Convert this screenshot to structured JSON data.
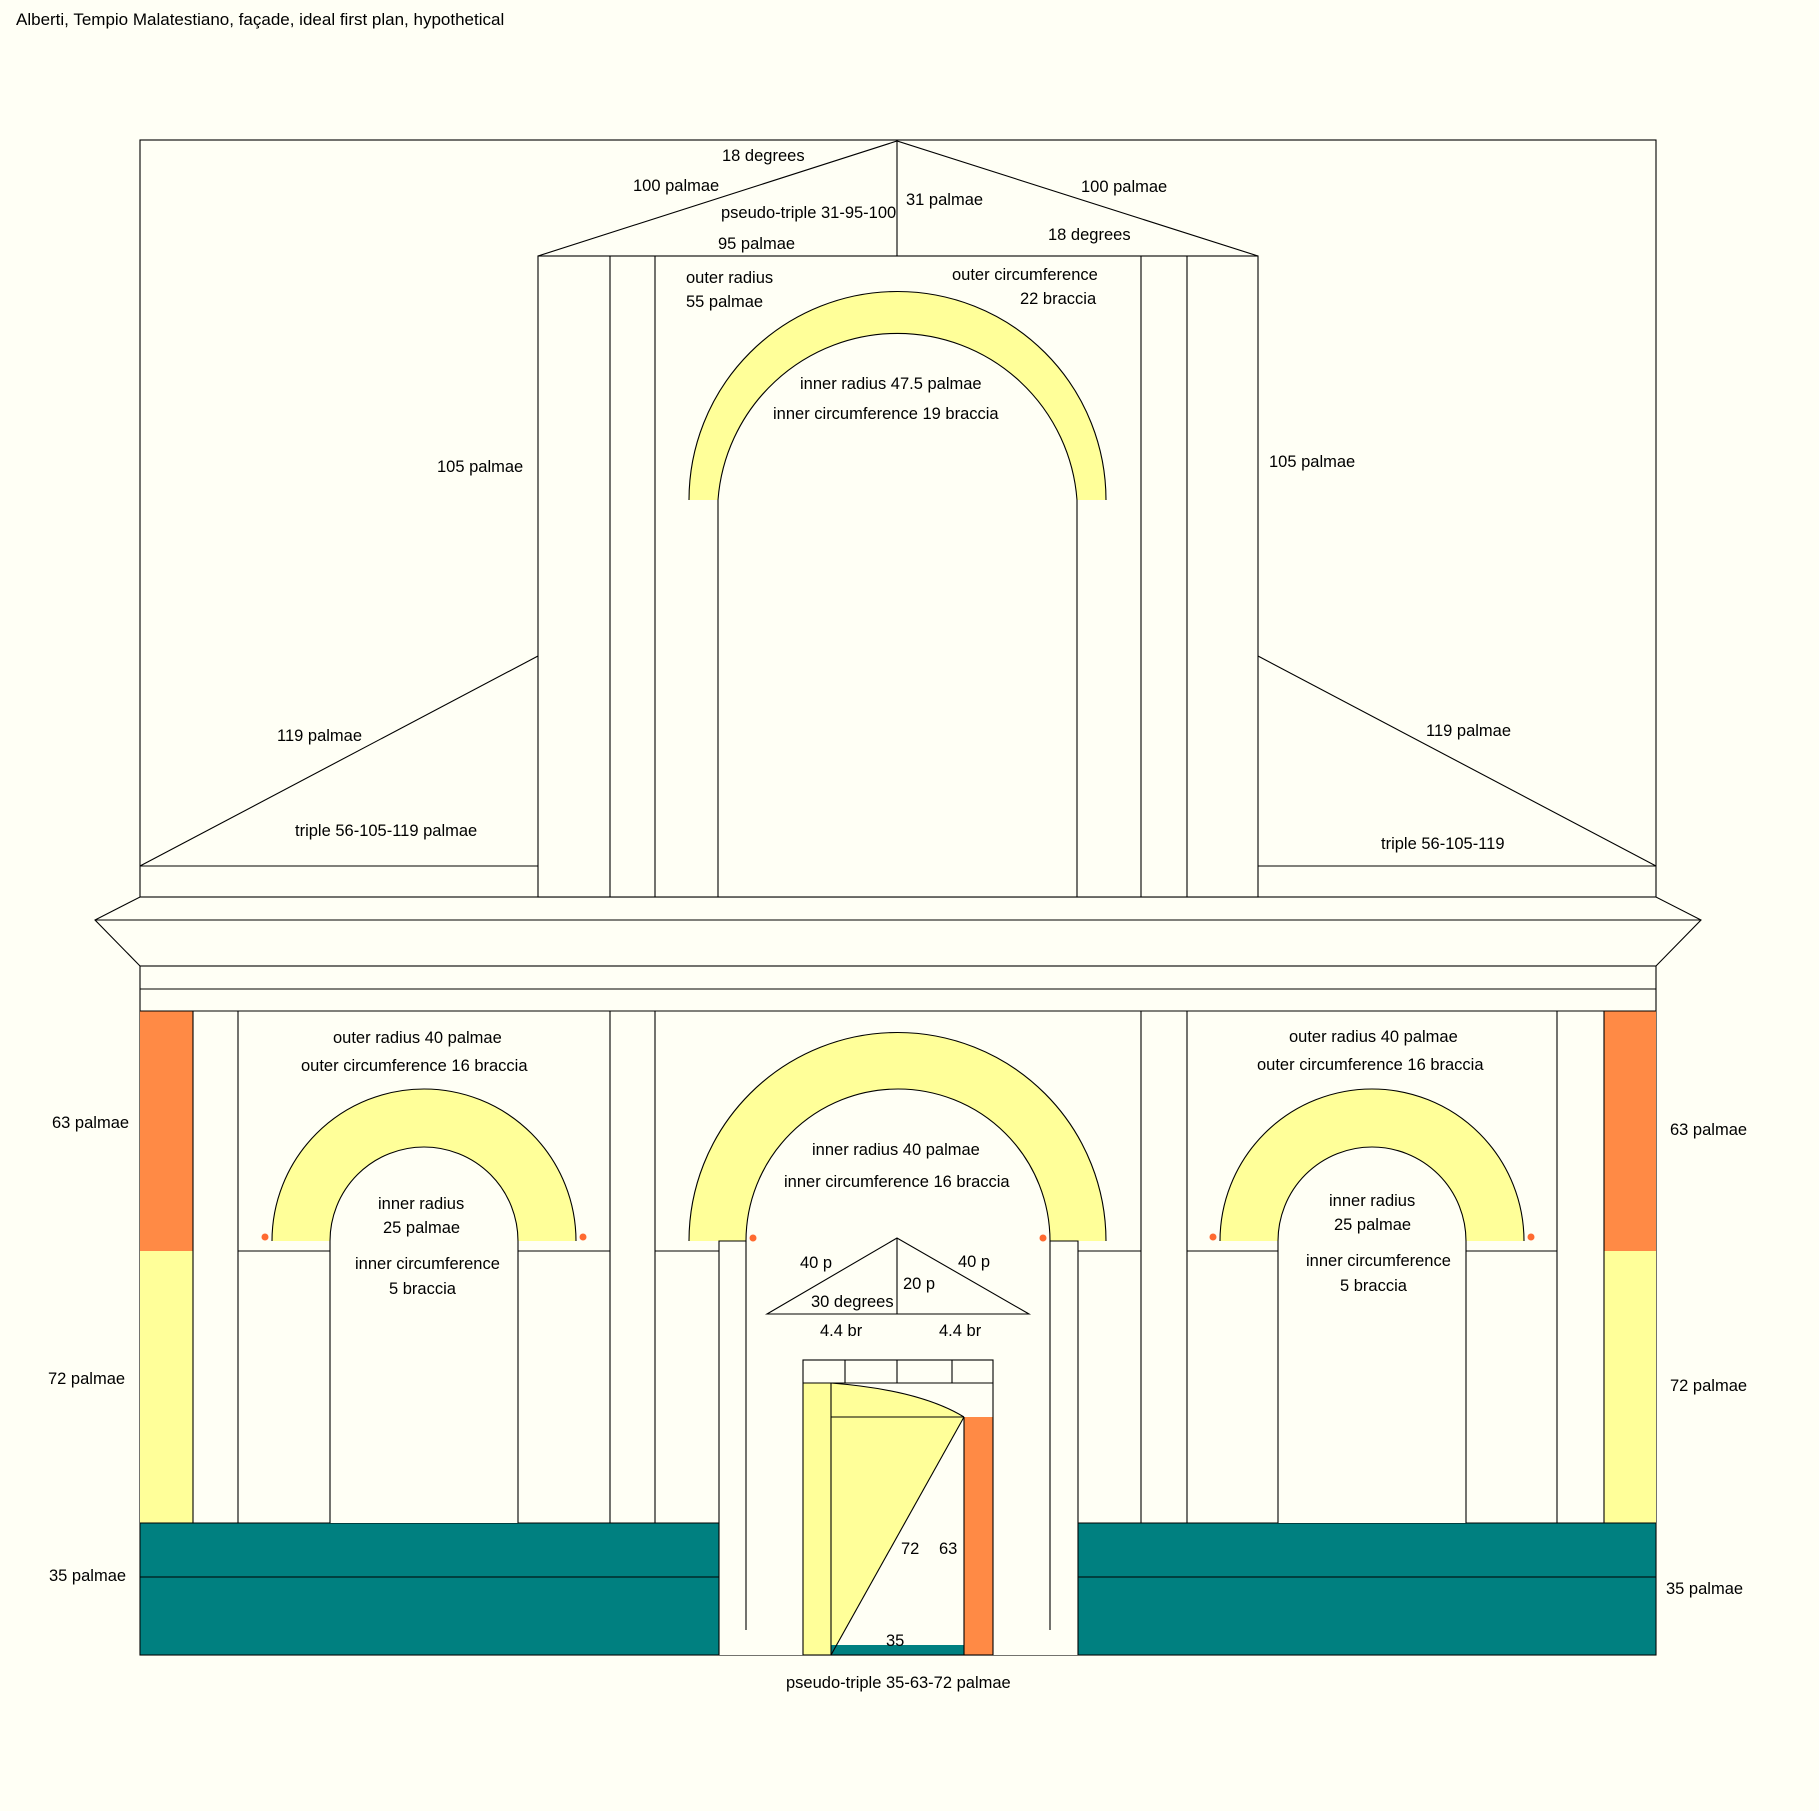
{
  "title": "Alberti, Tempio Malatestiano, façade, ideal first plan, hypothetical",
  "colors": {
    "background": "#fffff5",
    "arch_yellow": "#ffff99",
    "orange": "#ff8a45",
    "teal": "#008080"
  },
  "upper_storey": {
    "pediment": {
      "apex_angle": "18 degrees",
      "left_slope": "100 palmae",
      "right_slope": "100 palmae",
      "height": "31 palmae",
      "triple": "pseudo-triple  31-95-100",
      "half_base": "95 palmae",
      "right_angle": "18 degrees"
    },
    "arch": {
      "outer_radius": "outer radius",
      "outer_radius_value": "55 palmae",
      "outer_circumference": "outer  circumference",
      "outer_circumference_value": "22  braccia",
      "inner_radius": "inner radius  47.5  palmae",
      "inner_circumference": "inner  circumference  19  braccia"
    },
    "left_height": "105 palmae",
    "right_height": "105 palmae"
  },
  "wings": {
    "left_slope": "119 palmae",
    "left_triple": "triple 56-105-119  palmae",
    "right_slope": "119 palmae",
    "right_triple": "triple 56-105-119"
  },
  "lower_storey": {
    "left_arch": {
      "outer_radius": "outer radius  40 palmae",
      "outer_circumference": "outer  circumference  16 braccia",
      "inner_radius": "inner radius",
      "inner_radius_value": "25 palmae",
      "inner_circumference": "inner circumference",
      "inner_circumference_value": "5 braccia"
    },
    "center_arch": {
      "inner_radius": "inner radius  40 palmae",
      "inner_circumference": "inner circumference  16  braccia"
    },
    "right_arch": {
      "outer_radius": "outer radius  40 palmae",
      "outer_circumference": "outer  circumference  16 braccia",
      "inner_radius": "inner radius",
      "inner_radius_value": "25 palmae",
      "inner_circumference": "inner circumference",
      "inner_circumference_value": "5 braccia"
    },
    "small_triangle": {
      "left_side": "40 p",
      "right_side": "40 p",
      "height": "20 p",
      "angle": "30 degrees",
      "left_base": "4.4 br",
      "right_base": "4.4 br"
    },
    "door_triangle": {
      "hypotenuse": "72",
      "side": "63",
      "base": "35",
      "caption": "pseudo-triple 35-63-72  palmae"
    },
    "left_dims": {
      "orange": "63 palmae",
      "yellow": "72  palmae",
      "teal": "35 palmae"
    },
    "right_dims": {
      "orange": "63  palmae",
      "yellow": "72  palmae",
      "teal": "35 palmae"
    }
  }
}
